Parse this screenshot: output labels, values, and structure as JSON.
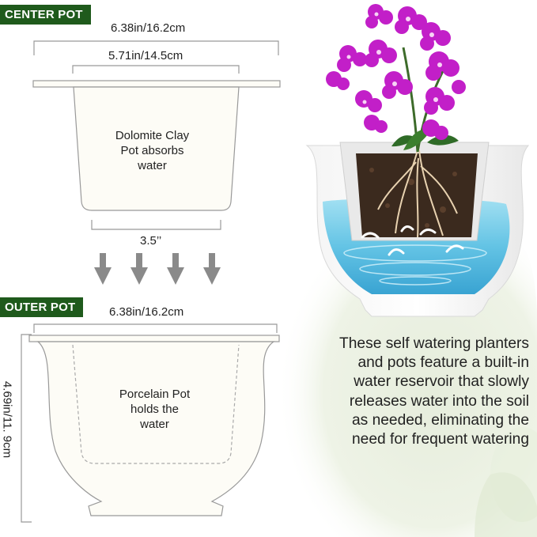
{
  "center_pot": {
    "tag": "CENTER POT",
    "top_width": "6.38in/16.2cm",
    "inner_width": "5.71in/14.5cm",
    "bottom_width": "3.5’’",
    "caption": [
      "Dolomite Clay",
      "Pot absorbs",
      "water"
    ]
  },
  "outer_pot": {
    "tag": "OUTER POT",
    "top_width": "6.38in/16.2cm",
    "height": "4.69in/11. 9cm",
    "caption": [
      "Porcelain Pot",
      "holds the",
      "water"
    ]
  },
  "description": [
    "These self watering planters",
    "and pots feature a built-in",
    "water reservoir that slowly",
    "releases water into the soil",
    "as needed, eliminating the",
    "need for frequent watering"
  ],
  "colors": {
    "tag_green": "#1f5a1c",
    "arrow_gray": "#8a8a8a",
    "water_blue": "#6fc8e6",
    "orchid": "#c21fc8"
  }
}
